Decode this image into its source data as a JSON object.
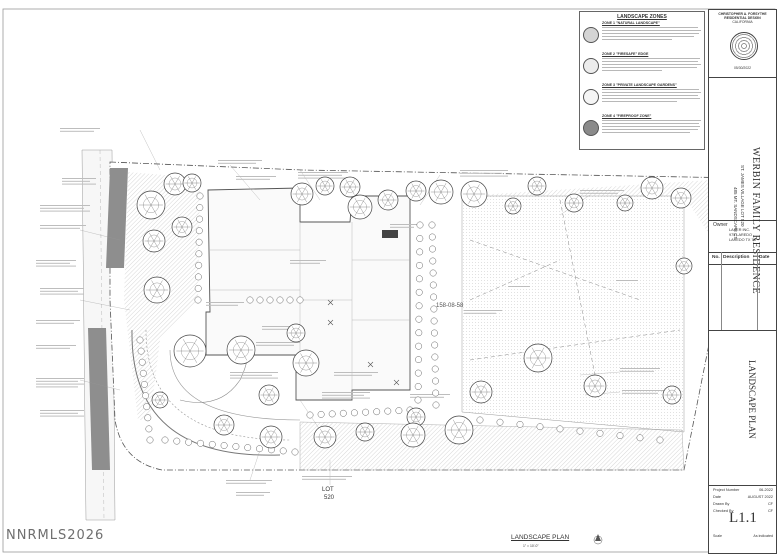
{
  "legend": {
    "title": "LANDSCAPE ZONES",
    "zones": [
      {
        "title": "ZONE 1 \"NATURAL LANDSCAPE\"",
        "color": "#d4d4d4"
      },
      {
        "title": "ZONE 2 \"FIRESAFE\" EDGE",
        "color": "#ececec"
      },
      {
        "title": "ZONE 3 \"PRIVATE LANDSCAPE GARDENS\"",
        "color": "#f5f5f5"
      },
      {
        "title": "ZONE 4 \"FIREPROOF ZONE\"",
        "color": "#8a8a8a"
      }
    ]
  },
  "titleblock": {
    "stamp_name": "CHRISTOPHER A. FORSYTHE",
    "stamp_line2": "RESIDENTIAL DESIGN",
    "stamp_line3": "CALIFORNIA",
    "stamp_date": "05/30/2022",
    "project": "WERBIN FAMILY RESIDENCE",
    "address_line1": "ST. JAMES VILLAGE LOT 520",
    "address_line2": "485 MT. SANDSCAPE CT.",
    "owner_label": "Owner",
    "owner_lines": [
      "LASER INC.",
      "975 LAREDO",
      "LAREDO TX 78"
    ],
    "rev_headers": [
      "No.",
      "Description",
      "Date"
    ],
    "sheet_title": "LANDSCAPE PLAN",
    "info_rows": [
      {
        "label": "Project Number",
        "value": "06-2022"
      },
      {
        "label": "Date",
        "value": "AUGUST 2022"
      },
      {
        "label": "Drawn By",
        "value": "CF"
      },
      {
        "label": "Checked By",
        "value": "CF"
      }
    ],
    "sheet_number": "L1.1",
    "scale_label": "Scale",
    "scale_value": "As indicated"
  },
  "plan": {
    "lot_label": "LOT",
    "lot_number": "520",
    "parcel_label": "158-08-58",
    "title": "LANDSCAPE PLAN",
    "scale": "1\" = 10'-0\""
  },
  "watermark": "NNRMLS2026"
}
